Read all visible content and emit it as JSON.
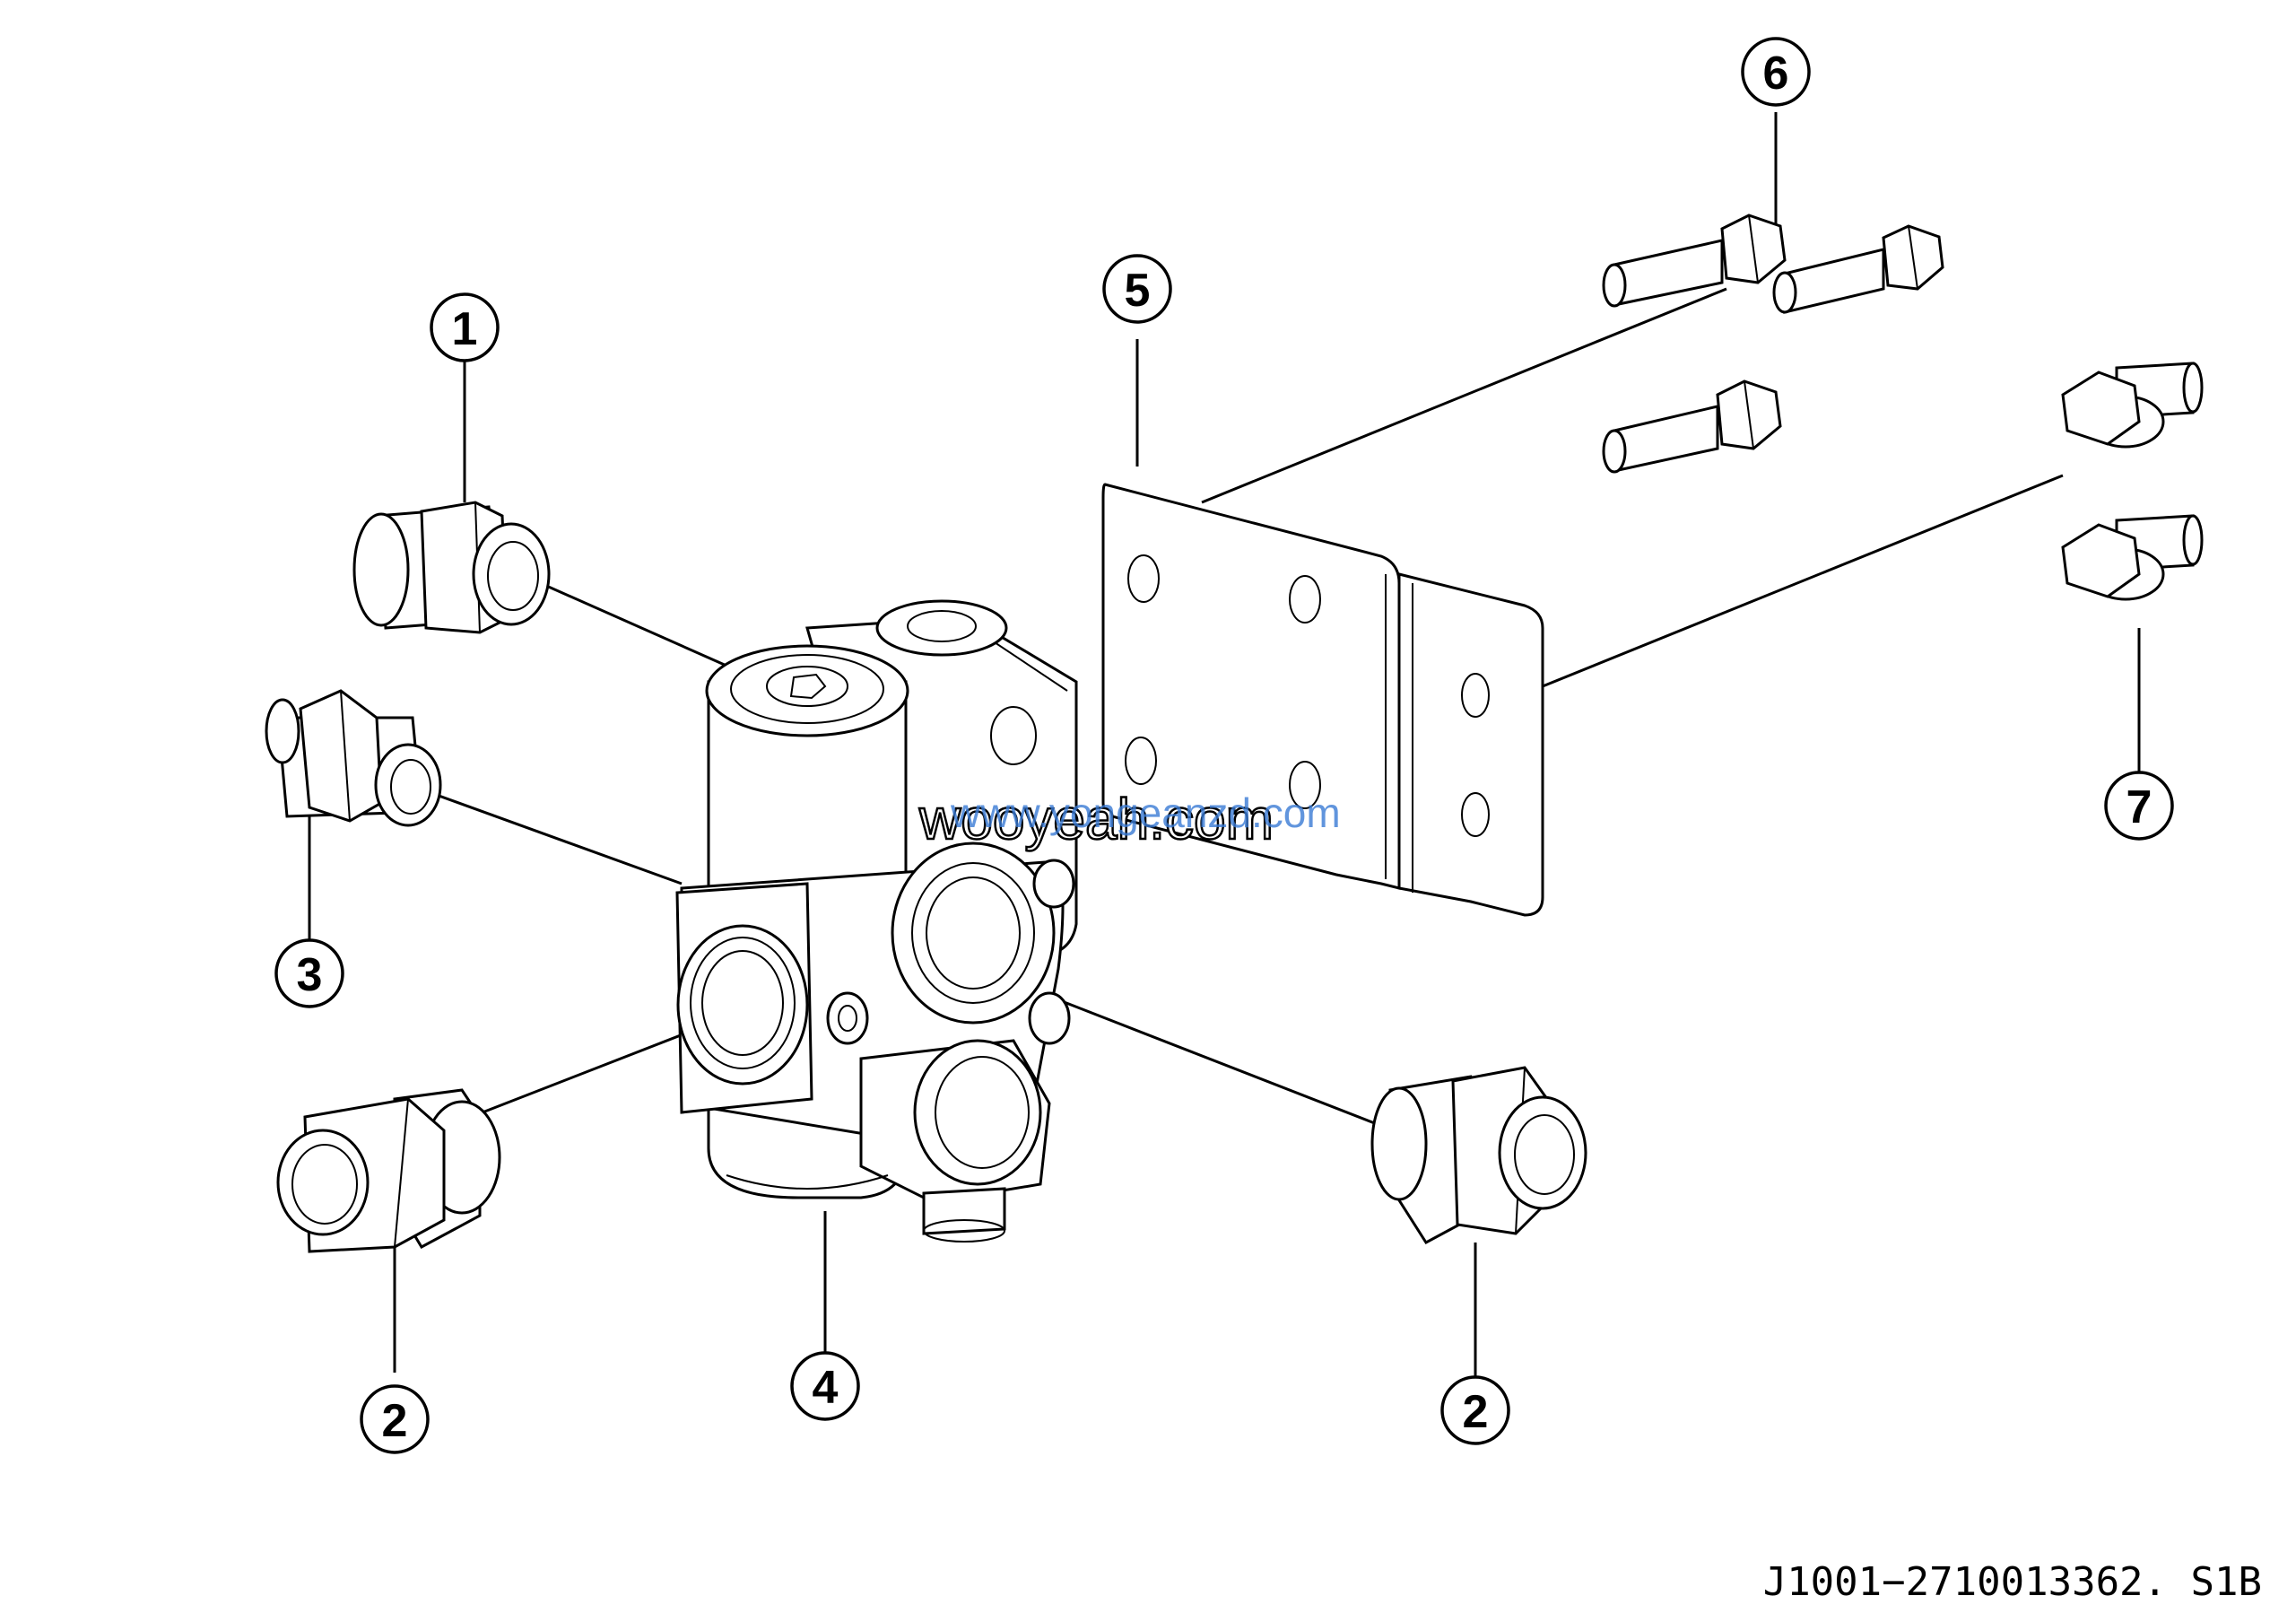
{
  "callouts": [
    {
      "id": "c1",
      "number": "1"
    },
    {
      "id": "c2a",
      "number": "2"
    },
    {
      "id": "c2b",
      "number": "2"
    },
    {
      "id": "c3",
      "number": "3"
    },
    {
      "id": "c4",
      "number": "4"
    },
    {
      "id": "c5",
      "number": "5"
    },
    {
      "id": "c6",
      "number": "6"
    },
    {
      "id": "c7",
      "number": "7"
    }
  ],
  "drawing_code": "J1001−2710013362. S1B",
  "watermark": {
    "primary": "wooyeah.com",
    "secondary": "www.yongeanzd.com"
  }
}
